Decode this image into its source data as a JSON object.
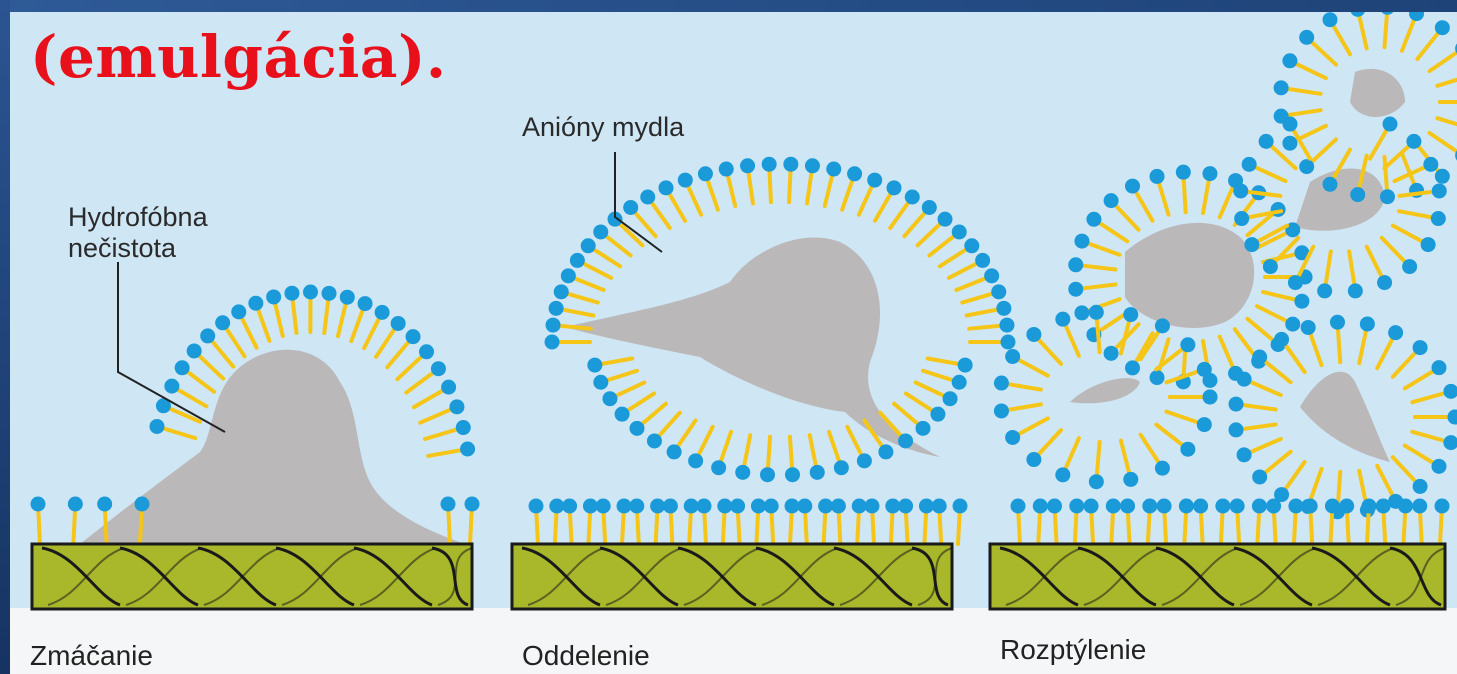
{
  "title": "(emulgácia).",
  "labels": {
    "impurity_line1": "Hydrofóbna",
    "impurity_line2": "nečistota",
    "soap_anions": "Anióny mydla"
  },
  "stages": [
    {
      "name": "Zmáčanie"
    },
    {
      "name": "Oddelenie"
    },
    {
      "name": "Rozptýlenie"
    }
  ],
  "colors": {
    "background": "#cfe6f5",
    "frame": "#1c3d6e",
    "title": "#e8101a",
    "soap_head": "#1a9ad8",
    "soap_tail": "#f5c518",
    "dirt": "#b9b5b5",
    "fabric": "#a8b82a",
    "fabric_outline": "#1a1a1a"
  }
}
